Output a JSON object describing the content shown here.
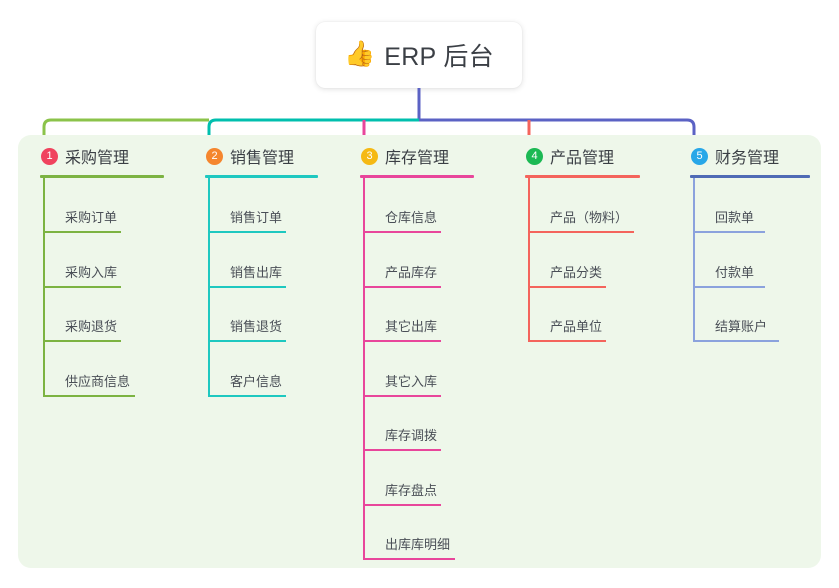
{
  "root": {
    "icon": "thumbs-up-icon",
    "emoji": "👍",
    "title": "ERP 后台"
  },
  "theme": {
    "panel_bg": "#eef7ea",
    "page_bg": "#ffffff",
    "text": "#3b3f45",
    "leaf_text": "#4a4f57",
    "root_stem": "#5b62c4"
  },
  "connector_segments": [
    {
      "name": "left-green",
      "color": "#8bc34a"
    },
    {
      "name": "middle-teal",
      "color": "#00bfae"
    },
    {
      "name": "right-blue",
      "color": "#5b62c4"
    }
  ],
  "columns": [
    {
      "index": 1,
      "badge": "1",
      "badge_color": "#f0435e",
      "title": "采购管理",
      "line_color": "#7cb342",
      "rule_width": 124,
      "drop_color": "#7cb342",
      "items": [
        {
          "label": "采购订单",
          "rule_width": 78
        },
        {
          "label": "采购入库",
          "rule_width": 78
        },
        {
          "label": "采购退货",
          "rule_width": 78
        },
        {
          "label": "供应商信息",
          "rule_width": 92
        }
      ]
    },
    {
      "index": 2,
      "badge": "2",
      "badge_color": "#f5862e",
      "title": "销售管理",
      "line_color": "#1ec8c0",
      "rule_width": 113,
      "drop_color": "#1ec8c0",
      "items": [
        {
          "label": "销售订单",
          "rule_width": 78
        },
        {
          "label": "销售出库",
          "rule_width": 78
        },
        {
          "label": "销售退货",
          "rule_width": 78
        },
        {
          "label": "客户信息",
          "rule_width": 78
        }
      ]
    },
    {
      "index": 3,
      "badge": "3",
      "badge_color": "#f5b914",
      "title": "库存管理",
      "line_color": "#e8469b",
      "rule_width": 114,
      "drop_color": "#e8469b",
      "items": [
        {
          "label": "仓库信息",
          "rule_width": 78
        },
        {
          "label": "产品库存",
          "rule_width": 78
        },
        {
          "label": "其它出库",
          "rule_width": 78
        },
        {
          "label": "其它入库",
          "rule_width": 78
        },
        {
          "label": "库存调拨",
          "rule_width": 78
        },
        {
          "label": "库存盘点",
          "rule_width": 78
        },
        {
          "label": "出库库明细",
          "rule_width": 92
        }
      ]
    },
    {
      "index": 4,
      "badge": "4",
      "badge_color": "#1cb954",
      "title": "产品管理",
      "line_color": "#f4645c",
      "rule_width": 115,
      "drop_color": "#f4645c",
      "items": [
        {
          "label": "产品（物料）",
          "rule_width": 106
        },
        {
          "label": "产品分类",
          "rule_width": 78
        },
        {
          "label": "产品单位",
          "rule_width": 78
        }
      ]
    },
    {
      "index": 5,
      "badge": "5",
      "badge_color": "#28a7e8",
      "title": "财务管理",
      "line_color": "#4f6bb5",
      "rule_width": 120,
      "drop_color": "#8ba2dd",
      "items": [
        {
          "label": "回款单",
          "rule_width": 72
        },
        {
          "label": "付款单",
          "rule_width": 72
        },
        {
          "label": "结算账户",
          "rule_width": 86
        }
      ]
    }
  ]
}
